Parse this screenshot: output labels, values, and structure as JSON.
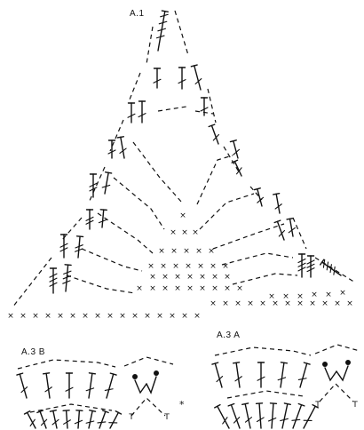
{
  "labels": {
    "a1": "A.1",
    "a3b": "A.3  B",
    "a3a": "A.3  A",
    "star": "*"
  },
  "symbols": {
    "sc": "×",
    "ch_end": "T"
  }
}
